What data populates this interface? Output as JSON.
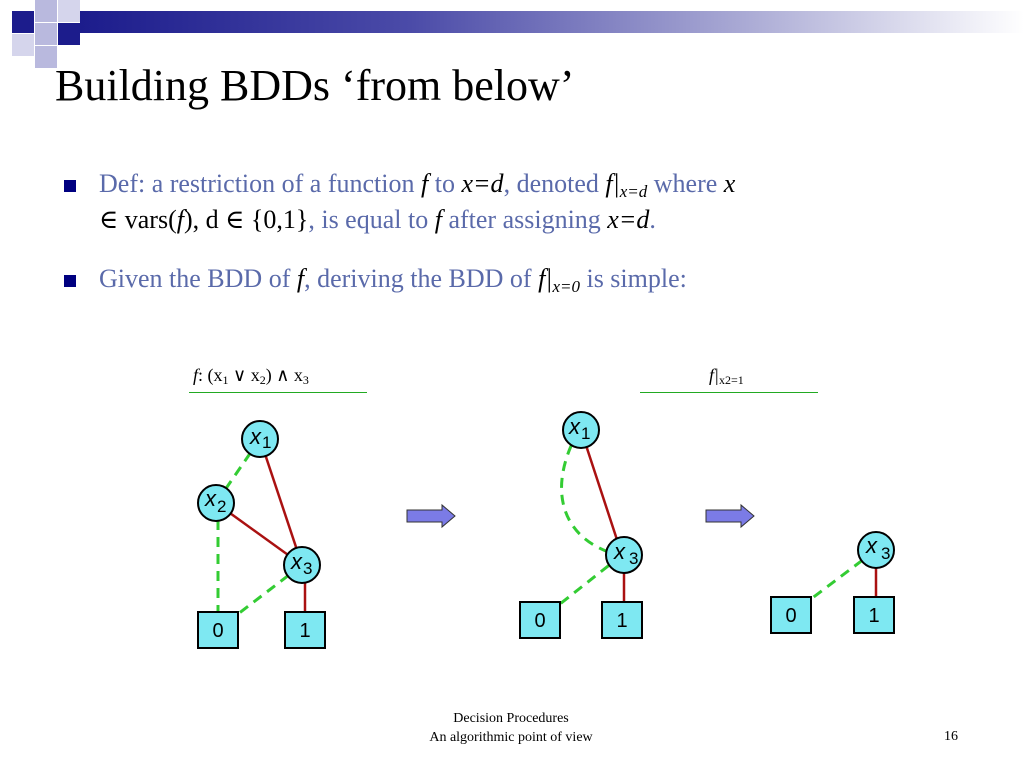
{
  "title": "Building BDDs ‘from below’",
  "bullets": [
    {
      "def_prefix": "Def: a restriction of a function ",
      "f": "f",
      "to": " to ",
      "x_eq_d": "x=d",
      "denoted": ", denoted ",
      "f_bar": "f|",
      "sub_x_eq_d": "x=d",
      "where": " where ",
      "x": "x",
      "in_vars": "∈ vars(",
      "f2": "f",
      "close": "), d ∈ {0,1}",
      "is_equal": ", is equal to ",
      "f3": "f",
      "after": " after assigning ",
      "x_eq_d2": "x=d",
      "period": "."
    },
    {
      "given": "Given the BDD of ",
      "f": "f",
      "deriving": ", deriving the BDD of ",
      "f_bar": "f|",
      "sub": "x=0",
      "simple": " is simple:"
    }
  ],
  "figure": {
    "label_left": {
      "f": "f",
      "text1": ": (x",
      "s1": "1",
      "or": " ∨ x",
      "s2": "2",
      "and": ") ∧ x",
      "s3": "3"
    },
    "label_right": {
      "f": "f|",
      "sub": "x2=1"
    },
    "node_var": "x",
    "sub1": "1",
    "sub2": "2",
    "sub3": "3",
    "term0": "0",
    "term1": "1"
  },
  "colors": {
    "node_fill": "#7ee8f2",
    "solid_edge": "#aa1111",
    "dashed_edge": "#33cc33",
    "arrow_fill": "#7b7be6",
    "bullet_text": "#5a6aaa",
    "bullet_square": "#000080"
  },
  "footer": {
    "line1": "Decision Procedures",
    "line2": "An algorithmic point of view",
    "page": "16"
  }
}
